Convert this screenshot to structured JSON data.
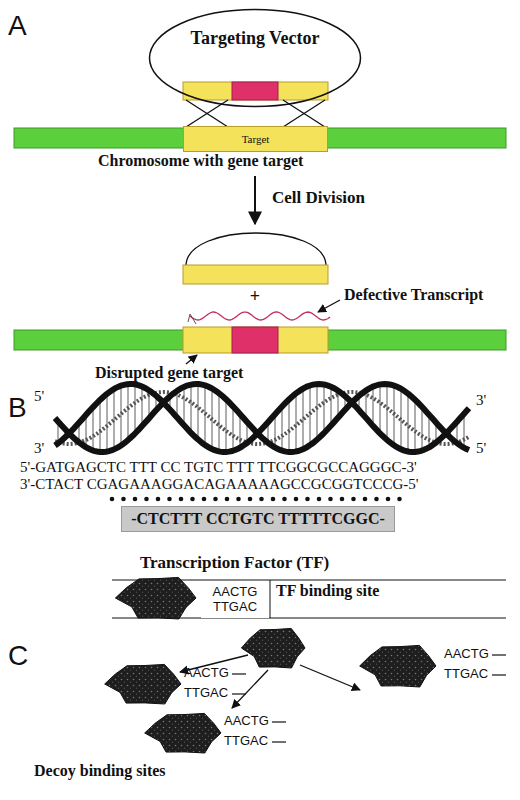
{
  "diagram": {
    "nodes": [
      {
        "text": [
          "Targeting Vector"
        ]
      },
      {
        "text": [
          "Target"
        ]
      },
      {
        "text": [
          "-CTCTTT CCTGTC TTTTTCGGC-"
        ]
      },
      {
        "text": [
          "AACTG",
          "TTGAC"
        ]
      }
    ],
    "labels": [
      "A",
      "Chromosome with gene target",
      "Cell Division",
      "+",
      "Defective Transcript",
      "Disrupted gene target",
      "B",
      "5'",
      "3'",
      "3'",
      "5'",
      "5'-GATGAGCTC TTT CC TGTC TTT TTCGGCGCCAGGGC-3'",
      "3'-CTACT CGAGAAAGGACAGAAAAAGCCGCGGTCCCG-5'",
      "C",
      "Transcription Factor (TF)",
      "TF binding site",
      "AACTG",
      "TTGAC",
      "AACTG",
      "TTGAC",
      "AACTG",
      "TTGAC",
      "Decoy binding sites"
    ]
  }
}
